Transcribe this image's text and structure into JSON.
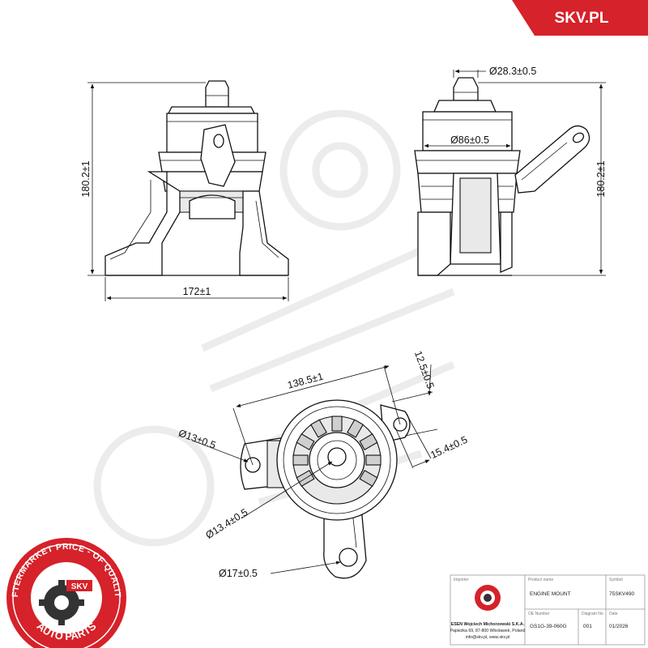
{
  "brand": {
    "corner_text": "SKV.PL",
    "accent_color": "#d6222a"
  },
  "seal": {
    "top_text": "AFTERMARKET PRICE - OF QUALITY",
    "center_text": "SKV",
    "bottom_text": "AUTO PARTS"
  },
  "dimensions": {
    "top_height_left": "180.2±1",
    "top_height_right": "180.2±1",
    "top_width": "172±1",
    "stud_diameter": "Ø28.3±0.5",
    "body_diameter": "Ø86±0.5",
    "hole_span": "138.5±1",
    "ear_offset": "12.5±0.5",
    "ear_width": "15.4±0.5",
    "left_hole": "Ø13±0.5",
    "center_hole": "Ø13.4±0.5",
    "bottom_hole": "Ø17±0.5"
  },
  "title_block": {
    "importer_label": "Importer",
    "importer_name": "ESEN Wojciech Michorzewski S.K.A.",
    "importer_address": "Papieżka 69, 87-800 Włocławek, Poland",
    "importer_contact": "info@skv.pl, www.skv.pl",
    "product_label": "Product name",
    "product_name": "ENGINE MOUNT",
    "symbol_label": "Symbol",
    "symbol_value": "75SKV490",
    "oe_label": "OE Number",
    "oe_value": "GS1G-39-060G",
    "diagram_label": "Diagram No",
    "diagram_value": "001",
    "date_label": "Date",
    "date_value": "01/2026"
  }
}
